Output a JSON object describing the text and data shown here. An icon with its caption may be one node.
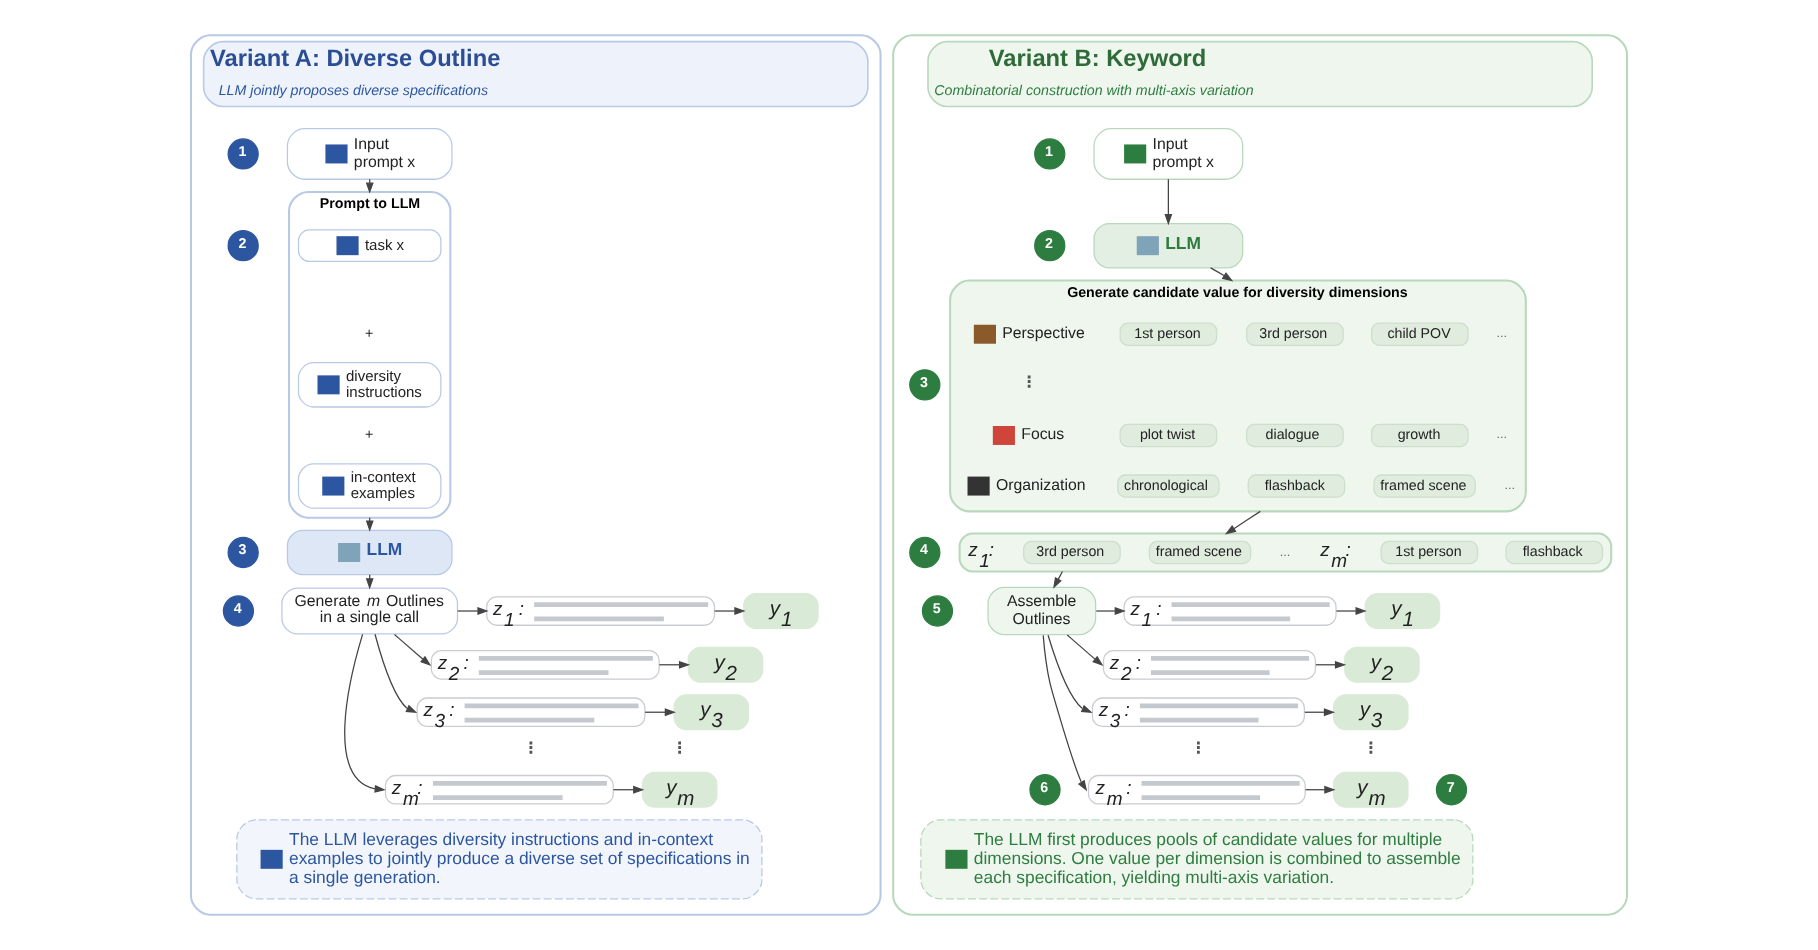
{
  "diagram": {
    "nodes": [
      {
        "text": [
          "Variant A: Diverse Outline",
          "LLM jointly proposes diverse specifications"
        ]
      },
      {
        "text": [
          "1"
        ],
        "in": 0
      },
      {
        "text": [
          "Input prompt x"
        ],
        "in": 0
      },
      {
        "text": [
          "2"
        ],
        "in": 0
      },
      {
        "text": [
          "Prompt to LLM"
        ],
        "in": 0
      },
      {
        "text": [
          "task x"
        ],
        "in": 4
      },
      {
        "text": [
          "diversity instructions"
        ],
        "in": 4
      },
      {
        "text": [
          "in-context examples"
        ],
        "in": 4
      },
      {
        "text": [
          "3"
        ],
        "in": 0
      },
      {
        "text": [
          "LLM"
        ],
        "in": 0
      },
      {
        "text": [
          "4"
        ],
        "in": 0
      },
      {
        "text": [
          "Generate *m* Outlines in a single call"
        ],
        "in": 0
      },
      {
        "text": [
          "z$_{1}$ :"
        ],
        "in": 0
      },
      {
        "text": [
          "y$_{1}$"
        ],
        "in": 0
      },
      {
        "text": [
          "z$_{2}$ :"
        ],
        "in": 0
      },
      {
        "text": [
          "y$_{2}$"
        ],
        "in": 0
      },
      {
        "text": [
          "z$_{3}$ :"
        ],
        "in": 0
      },
      {
        "text": [
          "y$_{3}$"
        ],
        "in": 0
      },
      {
        "text": [
          "z$_{m}$:"
        ],
        "in": 0
      },
      {
        "text": [
          "y$_{m}$"
        ],
        "in": 0
      },
      {
        "text": [
          "The LLM leverages diversity instructions and in-context examples to jointly produce a diverse set of specifications in a single generation."
        ],
        "in": 0
      },
      {
        "text": [
          "Variant B: Keyword",
          "Combinatorial construction with multi-axis variation"
        ]
      },
      {
        "text": [
          "1"
        ],
        "in": 21
      },
      {
        "text": [
          "Input prompt x"
        ],
        "in": 21
      },
      {
        "text": [
          "2"
        ],
        "in": 21
      },
      {
        "text": [
          "LLM"
        ],
        "in": 21
      },
      {
        "text": [
          "3"
        ],
        "in": 21
      },
      {
        "text": [
          "Generate candidate value for diversity dimensions"
        ],
        "in": 21
      },
      {
        "text": [
          "1st person"
        ],
        "in": 27
      },
      {
        "text": [
          "3rd person"
        ],
        "in": 27
      },
      {
        "text": [
          "child POV"
        ],
        "in": 27
      },
      {
        "text": [
          "plot twist"
        ],
        "in": 27
      },
      {
        "text": [
          "dialogue"
        ],
        "in": 27
      },
      {
        "text": [
          "growth"
        ],
        "in": 27
      },
      {
        "text": [
          "chronological"
        ],
        "in": 27
      },
      {
        "text": [
          "flashback"
        ],
        "in": 27
      },
      {
        "text": [
          "framed scene"
        ],
        "in": 27
      },
      {
        "text": [
          "4"
        ],
        "in": 21
      },
      {
        "text": [],
        "shape": "box",
        "in": 21
      },
      {
        "text": [
          "3rd person"
        ],
        "in": 38
      },
      {
        "text": [
          "framed scene"
        ],
        "in": 38
      },
      {
        "text": [
          "1st person"
        ],
        "in": 38
      },
      {
        "text": [
          "flashback"
        ],
        "in": 38
      },
      {
        "text": [
          "5"
        ],
        "in": 21
      },
      {
        "text": [
          "Assemble Outlines"
        ],
        "in": 21
      },
      {
        "text": [
          "z$_{1}$ :"
        ],
        "in": 21
      },
      {
        "text": [
          "y$_{1}$"
        ],
        "in": 21
      },
      {
        "text": [
          "z$_{2}$ :"
        ],
        "in": 21
      },
      {
        "text": [
          "y$_{2}$"
        ],
        "in": 21
      },
      {
        "text": [
          "z$_{3}$ :"
        ],
        "in": 21
      },
      {
        "text": [
          "y$_{3}$"
        ],
        "in": 21
      },
      {
        "text": [
          "6"
        ],
        "in": 21
      },
      {
        "text": [
          "z$_{m}$ :"
        ],
        "in": 21
      },
      {
        "text": [
          "y$_{m}$"
        ],
        "in": 21
      },
      {
        "text": [
          "7"
        ],
        "in": 21
      },
      {
        "text": [
          "The LLM first produces pools of candidate values for multiple dimensions. One value per dimension is combined to assemble each specification, yielding multi-axis variation."
        ],
        "in": 21
      }
    ],
    "edges": [
      {
        "from": 2,
        "to": 4,
        "arrow": "to"
      },
      {
        "from": 4,
        "to": 9,
        "arrow": "to"
      },
      {
        "from": 9,
        "to": 11,
        "arrow": "to"
      },
      {
        "from": 11,
        "to": 12,
        "arrow": "to"
      },
      {
        "from": 11,
        "to": 14,
        "arrow": "to"
      },
      {
        "from": 11,
        "to": 16,
        "arrow": "to"
      },
      {
        "from": 11,
        "to": 18,
        "arrow": "to"
      },
      {
        "from": 12,
        "to": 13,
        "arrow": "to"
      },
      {
        "from": 14,
        "to": 15,
        "arrow": "to"
      },
      {
        "from": 16,
        "to": 17,
        "arrow": "to"
      },
      {
        "from": 18,
        "to": 19,
        "arrow": "to"
      },
      {
        "from": 23,
        "to": 25,
        "arrow": "to"
      },
      {
        "from": 25,
        "to": 27,
        "arrow": "to"
      },
      {
        "from": 27,
        "to": 38,
        "arrow": "to"
      },
      {
        "from": 38,
        "to": 44,
        "arrow": "to"
      },
      {
        "from": 44,
        "to": 45,
        "arrow": "to"
      },
      {
        "from": 44,
        "to": 47,
        "arrow": "to"
      },
      {
        "from": 44,
        "to": 49,
        "arrow": "to"
      },
      {
        "from": 44,
        "to": 52,
        "arrow": "to"
      },
      {
        "from": 45,
        "to": 46,
        "arrow": "to"
      },
      {
        "from": 47,
        "to": 48,
        "arrow": "to"
      },
      {
        "from": 49,
        "to": 50,
        "arrow": "to"
      },
      {
        "from": 52,
        "to": 53,
        "arrow": "to"
      }
    ],
    "labels": [
      "+",
      "+",
      "⋮",
      "⋮",
      "Perspective",
      "...",
      "⋮",
      "Focus",
      "...",
      "Organization",
      "...",
      "z$_{1}$:",
      "...",
      "z$_{m}$:",
      "⋮",
      "⋮"
    ]
  }
}
